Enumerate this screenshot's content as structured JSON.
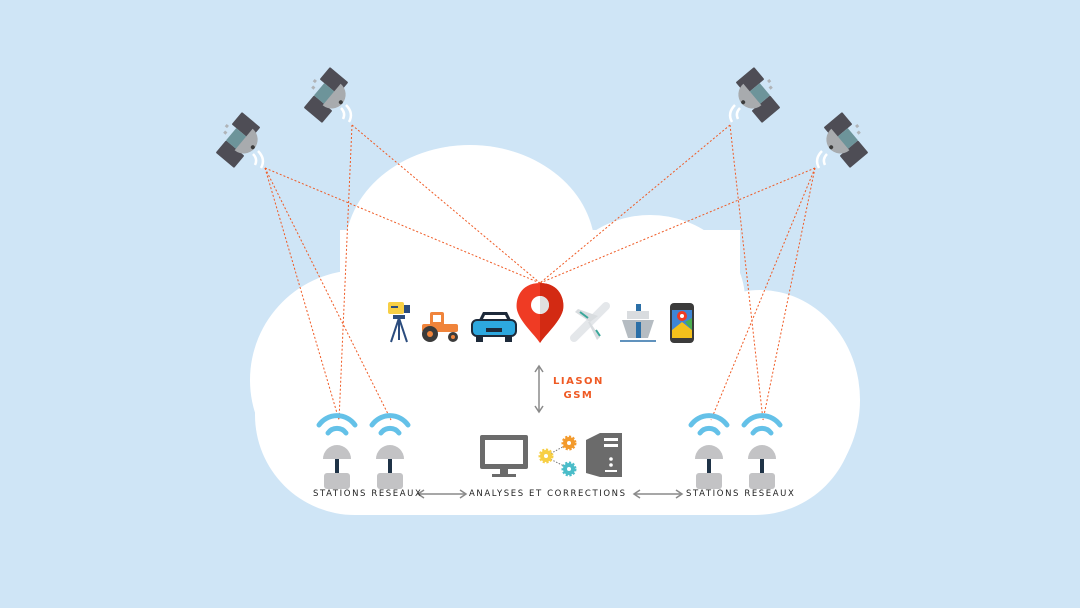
{
  "diagram": {
    "title": "GNSS RTK network overview",
    "colors": {
      "background": "#cfe5f6",
      "cloud": "#ffffff",
      "signal_line": "#ef5a24",
      "gsm_text": "#ef5a24",
      "arrow": "#8a8a8a"
    },
    "satellites": [
      {
        "id": "sat-1",
        "icon": "satellite-icon"
      },
      {
        "id": "sat-2",
        "icon": "satellite-icon"
      },
      {
        "id": "sat-3",
        "icon": "satellite-icon"
      },
      {
        "id": "sat-4",
        "icon": "satellite-icon"
      }
    ],
    "rovers": [
      {
        "id": "total-station",
        "icon": "total-station-icon"
      },
      {
        "id": "tractor",
        "icon": "tractor-icon"
      },
      {
        "id": "car",
        "icon": "car-icon"
      },
      {
        "id": "location-pin",
        "icon": "location-pin-icon"
      },
      {
        "id": "airplane",
        "icon": "airplane-icon"
      },
      {
        "id": "ship",
        "icon": "ship-icon"
      },
      {
        "id": "phone-map",
        "icon": "phone-map-icon"
      }
    ],
    "gsm_link": {
      "line1": "LIASON",
      "line2": "GSM"
    },
    "left_stations": {
      "label": "STATIONS RESEAUX",
      "count": 2
    },
    "right_stations": {
      "label": "STATIONS RESEAUX",
      "count": 2
    },
    "center": {
      "label": "ANALYSES ET CORRECTIONS",
      "icons": [
        "monitor-icon",
        "gears-icon",
        "server-tower-icon"
      ]
    }
  }
}
